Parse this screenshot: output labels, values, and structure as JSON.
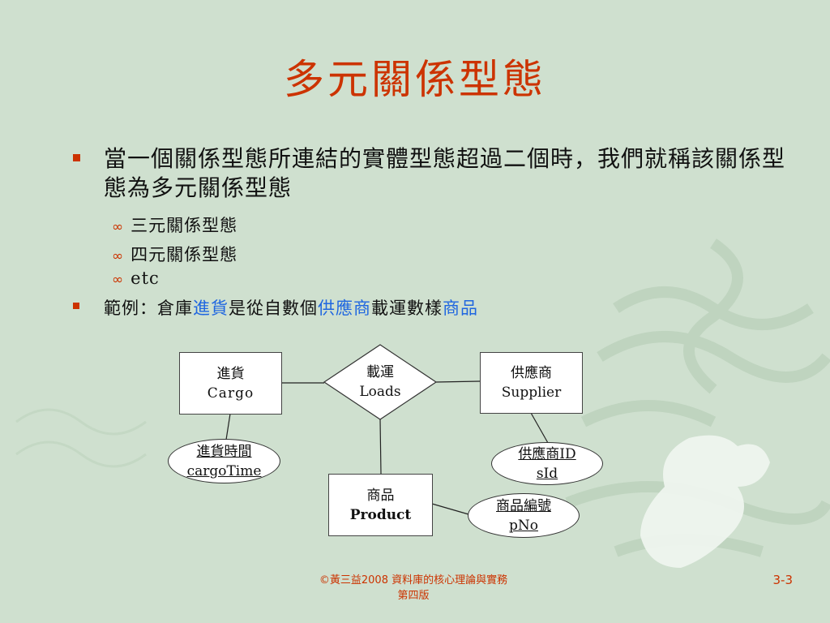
{
  "slide": {
    "title": "多元關係型態",
    "bullet1": "當一個關係型態所連結的實體型態超過二個時，我們就稱該關係型態為多元關係型態",
    "sub_items": [
      "三元關係型態",
      "四元關係型態",
      "etc"
    ],
    "bullet2": {
      "prefix": "範例：倉庫",
      "term1": "進貨",
      "mid1": "是從自數個",
      "term2": "供應商",
      "mid2": "載運數樣",
      "term3": "商品"
    }
  },
  "diagram": {
    "cargo": {
      "zh": "進貨",
      "en": "Cargo"
    },
    "loads": {
      "zh": "載運",
      "en": "Loads"
    },
    "supplier": {
      "zh": "供應商",
      "en": "Supplier"
    },
    "product": {
      "zh": "商品",
      "en": "Product"
    },
    "cargo_time": {
      "zh": "進貨時間",
      "en": "cargoTime"
    },
    "supplier_id": {
      "zh": "供應商ID",
      "en": "sId"
    },
    "product_no": {
      "zh": "商品編號",
      "en": "pNo"
    }
  },
  "footer": {
    "line1": "©黃三益2008 資料庫的核心理論與實務",
    "line2": "第四版",
    "page": "3-3"
  },
  "colors": {
    "background": "#cfe0cf",
    "title": "#cc3300",
    "highlight": "#1f66e0"
  }
}
